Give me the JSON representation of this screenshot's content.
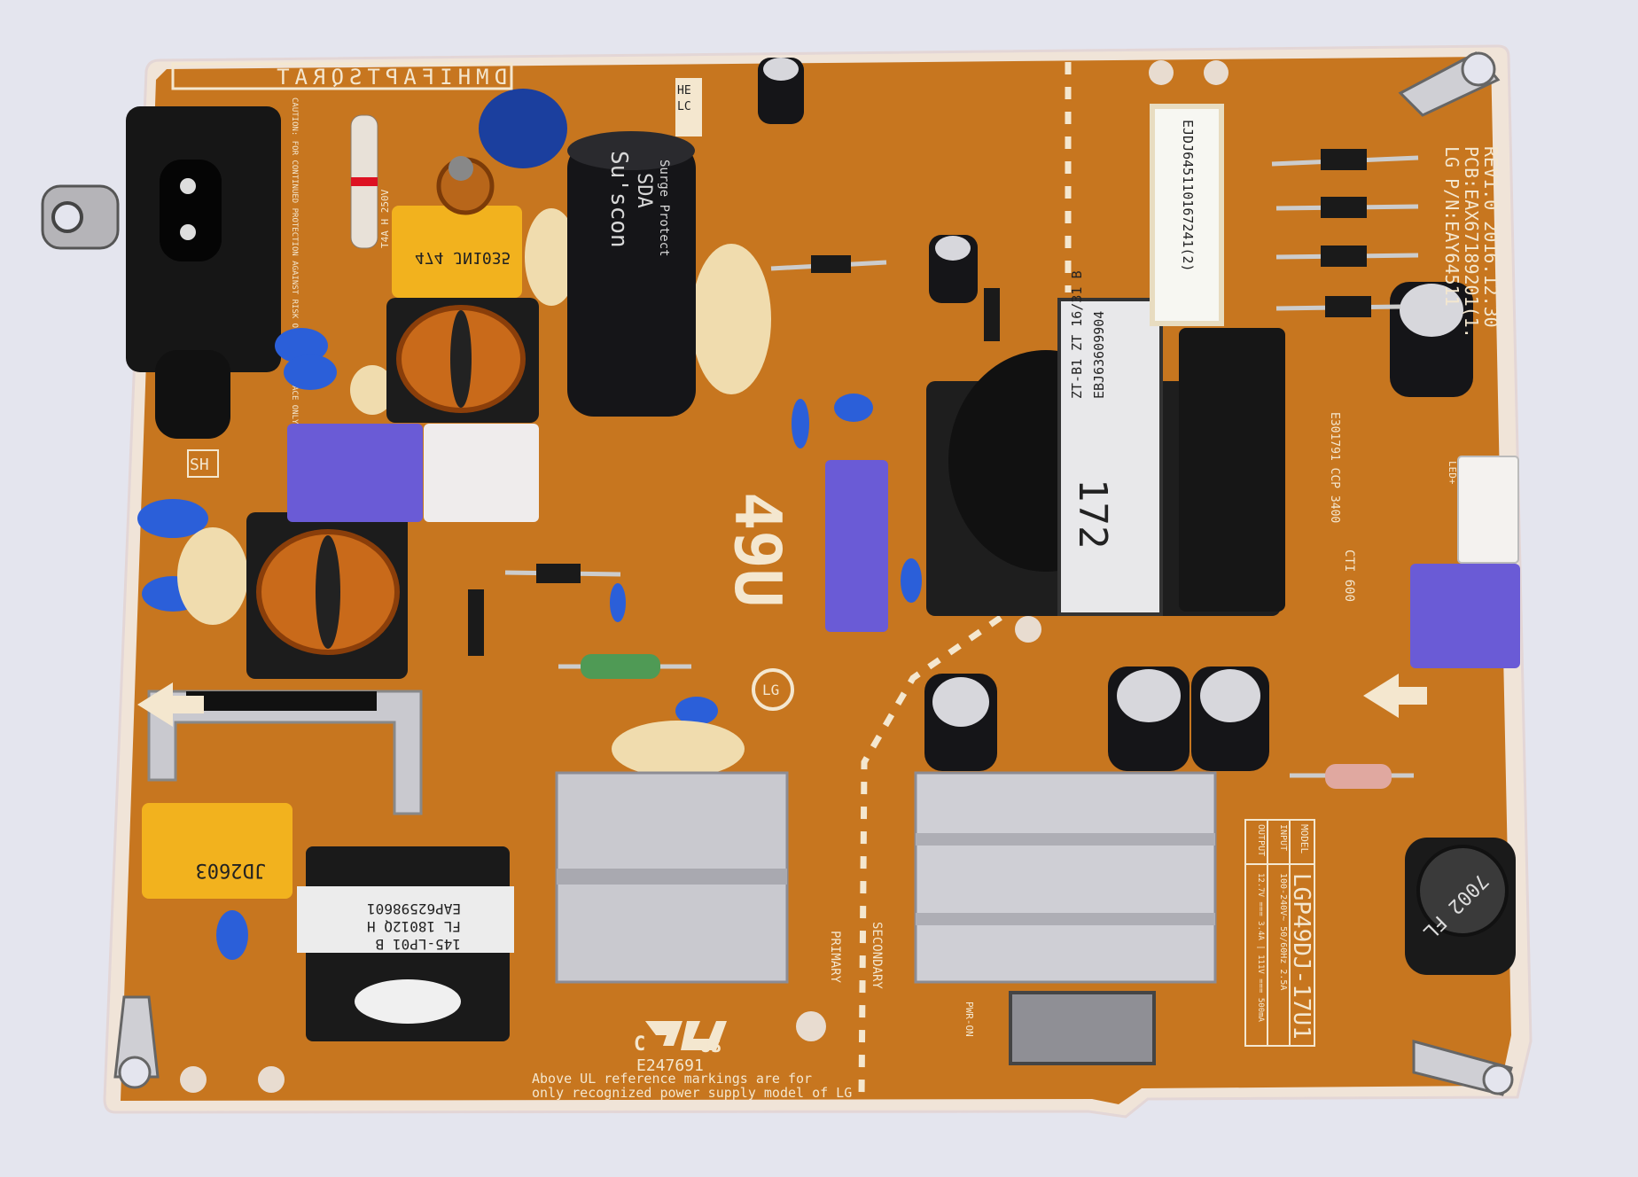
{
  "board": {
    "colors": {
      "pcb": "#c7761f",
      "silkscreen": "#f4e7cf",
      "background": "#e4e5ee",
      "capacitor_blue": "#6a5bd6",
      "heatsink": "#c9c9cf"
    },
    "top_label": "DMHIFAPTSQRAT",
    "rev": "REV1.0  2016.12.30",
    "pcb_number": "PCB:EAX67189201(1.",
    "lg_part": "LG P/N:EAY64511",
    "sticker_code": "EJDJ645110167241(2)",
    "board_code": "49U",
    "transformer_label": [
      "ZT-B1 ZT 16/31 B",
      "EBJ63609904",
      "172"
    ],
    "transformer_mark": "172",
    "small_transformer_label": [
      "145-LP01 B",
      "FL 18012Q H",
      "EAP62598601"
    ],
    "big_capacitor_label": [
      "Su'scon",
      "SDA",
      "Surge Protect"
    ],
    "yellow_cap_top": "474 JN1035",
    "yellow_cap_bottom": "JD2603",
    "inductor_label": "7002 FL",
    "cct_text": "E301791 CCP 3400",
    "cti_text": "CTI 600",
    "fuse_warning": "CAUTION: FOR CONTINUED PROTECTION AGAINST RISK OF FIRE, REPLACE ONLY WITH SAME TYPE AND RATING OF FUSE",
    "fuse_rating": "T4A H 250V",
    "model_box": {
      "model_label": "MODEL",
      "model": "LGP49DJ-17U1",
      "input_label": "INPUT",
      "input": "100-240V~ 50/60Hz 2.5A",
      "output_label": "OUTPUT",
      "output": "12.7V === 3.4A  | 111V === 500mA"
    },
    "primary": "PRIMARY",
    "secondary": "SECONDARY",
    "ul": {
      "mark_left": "C",
      "mark_right": "US",
      "number": "E247691",
      "note_line1": "Above UL reference markings are for",
      "note_line2": "only recognized power supply model of LG"
    },
    "sh": "SH",
    "he": "HE",
    "lc": "LC",
    "pwr_on": "PWR-ON",
    "led": "LED+",
    "logo": "LG"
  }
}
